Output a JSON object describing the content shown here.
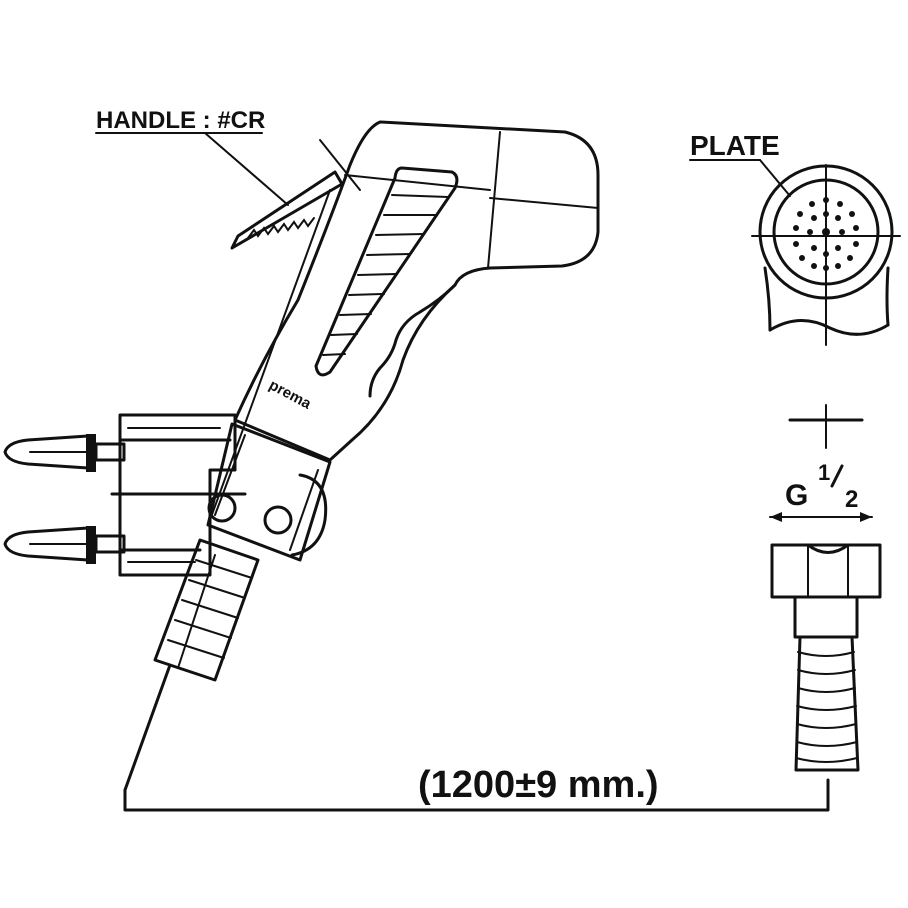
{
  "labels": {
    "handle": "HANDLE : #CR",
    "plate": "PLATE",
    "brand": "prema",
    "thread_g": "G",
    "thread_num": "1",
    "thread_den": "2",
    "hose_length": "(1200±9 mm.)"
  },
  "colors": {
    "line": "#111111",
    "background": "#ffffff"
  }
}
